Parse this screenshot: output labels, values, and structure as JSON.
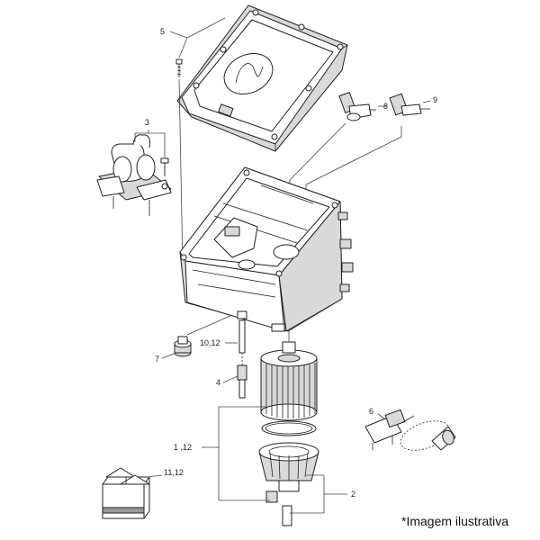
{
  "diagram": {
    "caption": "*Imagem ilustrativa",
    "callouts": {
      "c5": "5",
      "c3": "3",
      "c8": "8",
      "c9": "9",
      "c7": "7",
      "c1012": "10,12",
      "c4": "4",
      "c6": "6",
      "c1": "1 ,12",
      "c2": "2",
      "c1112": "11,12"
    },
    "parts": [
      "cover-with-logo",
      "cover-screw",
      "solenoid-valve",
      "pressure-sensor",
      "temperature-sensor",
      "tank-housing",
      "drain-plug",
      "connector-pin",
      "filter-element",
      "o-ring",
      "filter-cap",
      "wiring-harness",
      "repair-kit-box"
    ]
  }
}
